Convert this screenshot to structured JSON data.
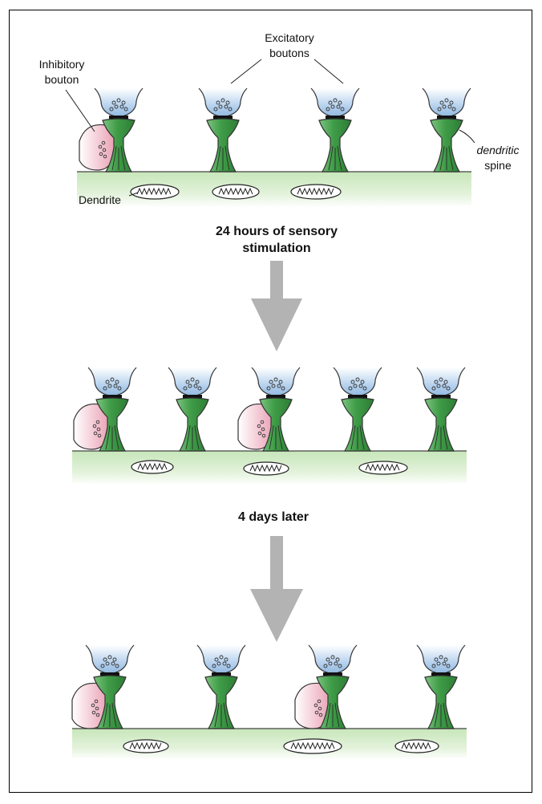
{
  "labels": {
    "inhibitory_line1": "Inhibitory",
    "inhibitory_line2": "bouton",
    "excitatory_line1": "Excitatory",
    "excitatory_line2": "boutons",
    "spine_line1": "dendritic",
    "spine_line2": "spine",
    "dendrite": "Dendrite"
  },
  "steps": {
    "step1_line1": "24 hours of sensory",
    "step1_line2": "stimulation",
    "step2": "4 days later"
  },
  "colors": {
    "bouton_blue": "#aecbea",
    "spine_green": "#3e9a45",
    "dendrite_green": "#d3ecc9",
    "inhibitory_pink": "#f0b9c7",
    "arrow_gray": "#b3b3b3"
  }
}
